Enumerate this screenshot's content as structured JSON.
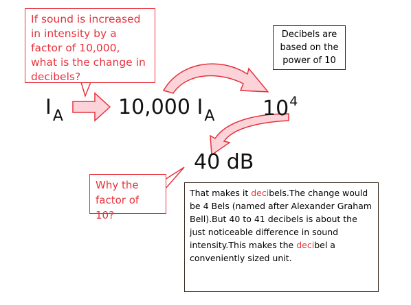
{
  "question_box": {
    "text": "If sound is increased in intensity by a factor of 10,000, what is the change in decibels?"
  },
  "power_box": {
    "text": "Decibels are based on the power of 10"
  },
  "equation": {
    "i_letter": "I",
    "i_subscript": "A",
    "factor": "10,000",
    "i2_letter": "I",
    "i2_subscript": "A",
    "power_base": "10",
    "power_exp": "4",
    "result": "40 dB"
  },
  "why_box": {
    "text": "Why the factor of 10?"
  },
  "explain_box": {
    "p1": "That makes it ",
    "deci1": "deci",
    "p2": "bels.The change would be 4 Bels (named after Alexander Graham Bell).But 40 to 41 decibels is about the just noticeable difference in sound intensity.This makes the ",
    "deci2": "deci",
    "p3": "bel a conveniently sized unit."
  },
  "colors": {
    "accent_red": "#e8323c",
    "arrow_fill": "#fbd3d8",
    "text_dark": "#111111"
  }
}
